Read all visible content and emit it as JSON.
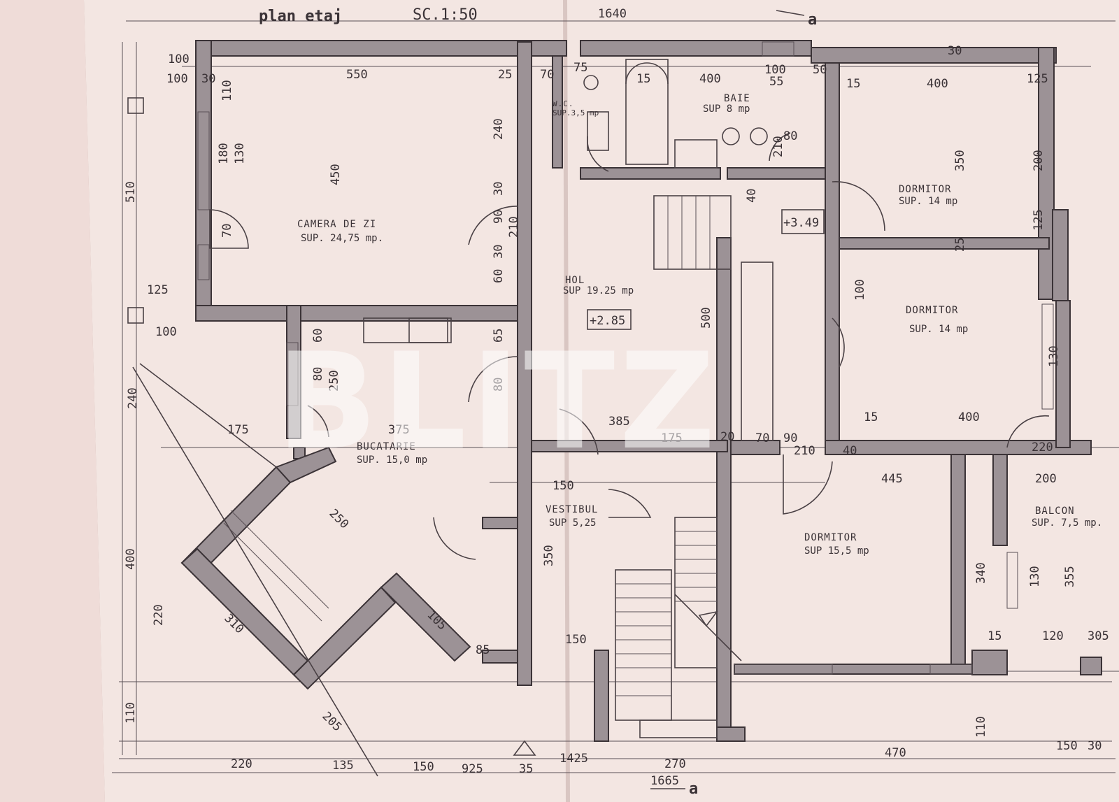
{
  "plan": {
    "title": "plan etaj",
    "scale": "SC.1:50",
    "section_mark": "a",
    "watermark": "BLITZ",
    "level_marks": [
      "+2.85",
      "+3.49"
    ]
  },
  "rooms": [
    {
      "name": "CAMERA DE ZI",
      "area": "SUP. 24,75 mp."
    },
    {
      "name": "HOL",
      "area": "SUP 19.25 mp"
    },
    {
      "name": "W.C.",
      "area": "SUP.3,5 mp"
    },
    {
      "name": "BAIE",
      "area": "SUP 8 mp"
    },
    {
      "name": "DORMITOR",
      "area": "SUP. 14 mp"
    },
    {
      "name": "DORMITOR",
      "area": "SUP. 14 mp"
    },
    {
      "name": "BUCATARIE",
      "area": "SUP. 15,0 mp"
    },
    {
      "name": "VESTIBUL",
      "area": "SUP 5,25"
    },
    {
      "name": "DORMITOR",
      "area": "SUP 15,5 mp"
    },
    {
      "name": "BALCON",
      "area": "SUP. 7,5 mp."
    }
  ],
  "dimensions": {
    "top_total": "1640",
    "bottom_total": "1665",
    "top_row": [
      "100",
      "100",
      "30",
      "550",
      "25",
      "70",
      "75",
      "15",
      "400",
      "100",
      "55",
      "50",
      "15",
      "400",
      "125",
      "30"
    ],
    "left": [
      "110",
      "180",
      "130",
      "70",
      "125",
      "100",
      "240",
      "400",
      "220",
      "110",
      "510"
    ],
    "bottom_row": [
      "220",
      "135",
      "150",
      "925",
      "35",
      "1425",
      "270",
      "470",
      "150",
      "30"
    ],
    "misc": [
      "450",
      "240",
      "30",
      "90",
      "210",
      "60",
      "30",
      "65",
      "80",
      "60",
      "80",
      "250",
      "175",
      "375",
      "385",
      "175",
      "20",
      "70",
      "90",
      "210",
      "40",
      "15",
      "445",
      "200",
      "220",
      "125",
      "350",
      "200",
      "130",
      "400",
      "100",
      "25",
      "210",
      "500",
      "40",
      "80",
      "150",
      "350",
      "250",
      "105",
      "85",
      "310",
      "205",
      "150",
      "340",
      "110",
      "130",
      "355",
      "120",
      "305",
      "15"
    ]
  }
}
